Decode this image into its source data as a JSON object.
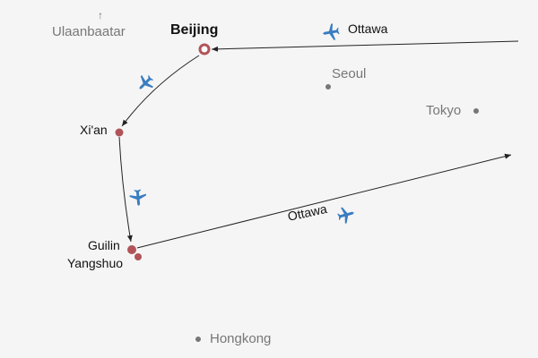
{
  "colors": {
    "route": "#222222",
    "stop": "#b15459",
    "other_city": "#777777",
    "plane": "#3a7dc0",
    "background": "#f5f5f5"
  },
  "cities": {
    "beijing": "Beijing",
    "xian": "Xi'an",
    "guilin": "Guilin",
    "yangshuo": "Yangshuo",
    "ulaanbaatar": "Ulaanbaatar",
    "seoul": "Seoul",
    "tokyo": "Tokyo",
    "hongkong": "Hongkong"
  },
  "routes": {
    "arrival_label": "Ottawa",
    "departure_label": "Ottawa"
  },
  "icons": {
    "plane": "plane-icon",
    "ulaanbaatar_marker": "up-arrow-icon"
  }
}
